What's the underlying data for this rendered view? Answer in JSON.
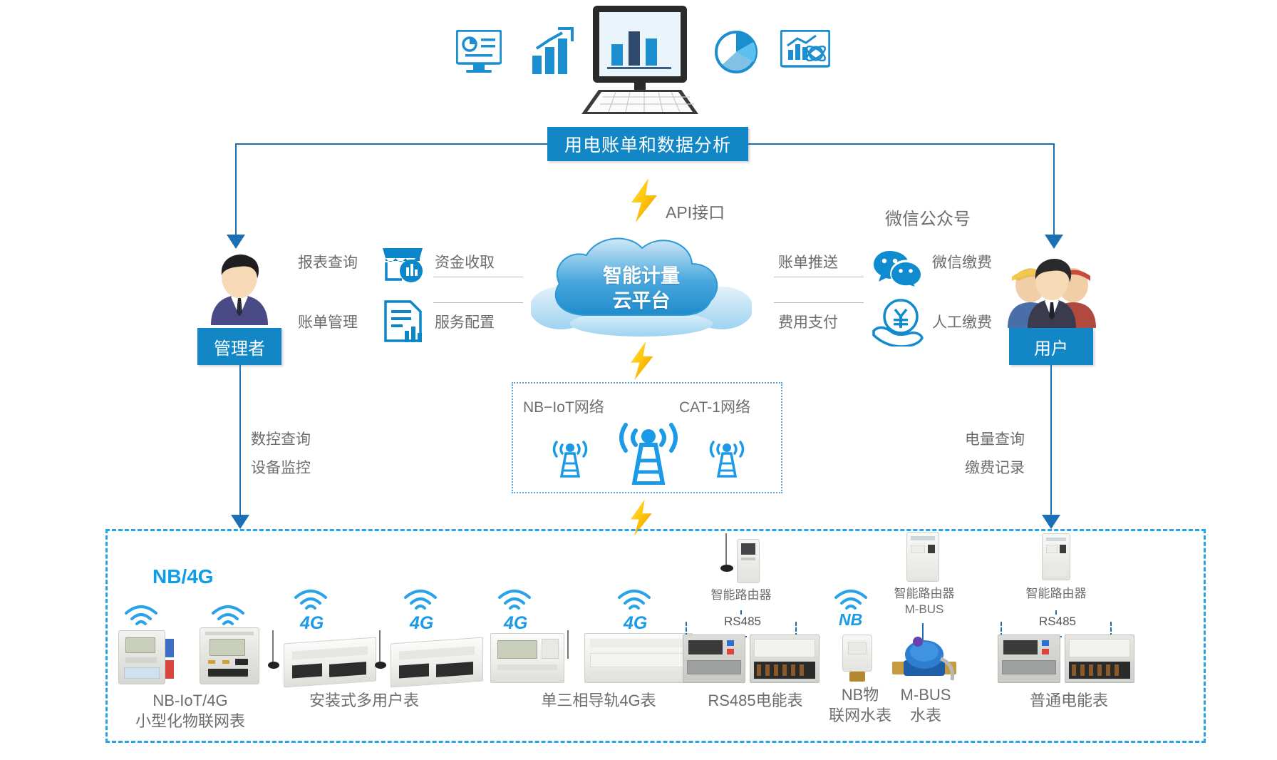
{
  "header": {
    "title": "用电账单和数据分析"
  },
  "cloud": {
    "line1": "智能计量",
    "line2": "云平台",
    "api_label": "API接口"
  },
  "left_role": {
    "box_label": "管理者",
    "avatar_icon": "manager-avatar-icon",
    "services": [
      {
        "label": "报表查询",
        "icon": "store-chart-icon",
        "right_label": "资金收取"
      },
      {
        "label": "账单管理",
        "icon": "document-chart-icon",
        "right_label": "服务配置"
      }
    ],
    "flow_labels": [
      "数控查询",
      "设备监控"
    ]
  },
  "right_role": {
    "box_label": "用户",
    "avatar_icon": "users-avatar-icon",
    "section_title": "微信公众号",
    "services": [
      {
        "label": "账单推送",
        "icon": "wechat-icon",
        "right_label": "微信缴费"
      },
      {
        "label": "费用支付",
        "icon": "yuan-hand-icon",
        "right_label": "人工缴费"
      }
    ],
    "flow_labels": [
      "电量查询",
      "缴费记录"
    ]
  },
  "network": {
    "left_label": "NB−IoT网络",
    "right_label": "CAT-1网络",
    "tower_icon": "cell-tower-icon"
  },
  "devices": {
    "zone_tag": "NB/4G",
    "items": [
      {
        "label": "NB-IoT/4G\n小型化物联网表",
        "tags": [
          "wifi",
          "wifi"
        ]
      },
      {
        "label": "安装式多用户表",
        "tags": [
          "4G",
          "4G"
        ]
      },
      {
        "label": "单三相导轨4G表",
        "tags": [
          "4G",
          "4G"
        ]
      },
      {
        "label": "RS485电能表",
        "tags": []
      },
      {
        "label": "NB物\n联网水表",
        "tags": [
          "NB"
        ]
      },
      {
        "label": "M-BUS\n水表",
        "tags": []
      },
      {
        "label": "普通电能表",
        "tags": []
      }
    ],
    "routers": [
      {
        "label": "智能路由器",
        "bus": "RS485"
      },
      {
        "label": "智能路由器\nM-BUS",
        "bus": ""
      },
      {
        "label": "智能路由器",
        "bus": "RS485"
      }
    ]
  },
  "colors": {
    "accent_blue": "#1387c6",
    "line_blue": "#1b6fb5",
    "cyan": "#29a3e8",
    "text_gray": "#6d6d6d",
    "bolt_yellow": "#f5b91a"
  },
  "icons": {
    "bolt": "lightning-bolt-icon",
    "monitor": "monitor-bar-chart-icon",
    "dashboard": "dashboard-report-icon",
    "bar_chart": "bar-chart-growth-icon",
    "pie_chart": "pie-chart-icon",
    "analytics": "analytics-atom-icon"
  }
}
